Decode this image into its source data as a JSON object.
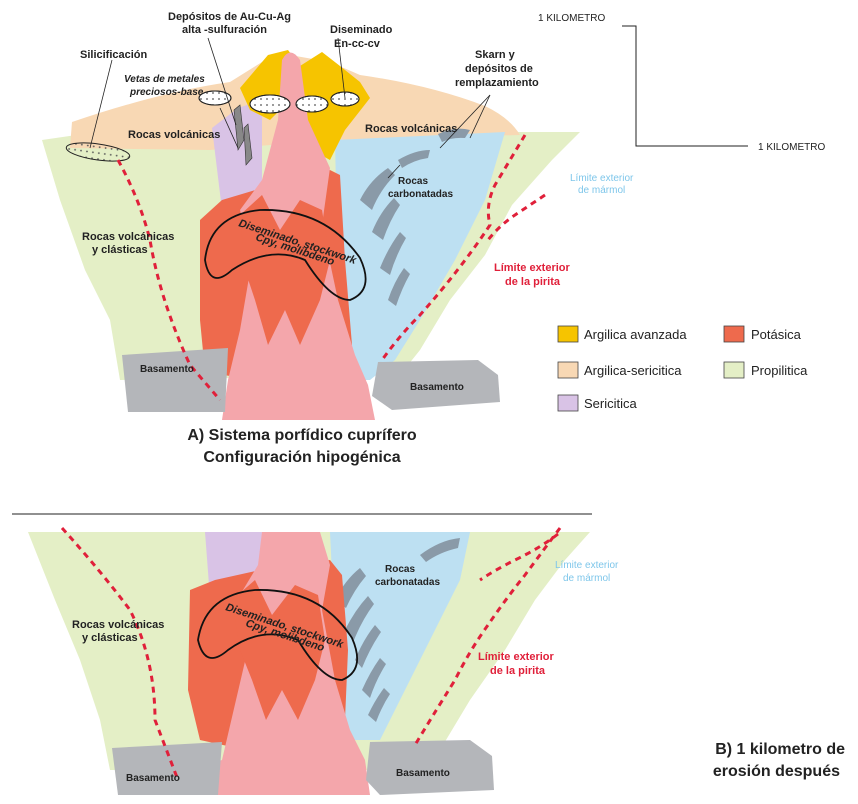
{
  "scale": {
    "vertical_label": "1 KILOMETRO",
    "horizontal_label": "1 KILOMETRO"
  },
  "diagram_a": {
    "labels": {
      "silicificacion": "Silicificación",
      "depositos_title_1": "Depósitos de Au-Cu-Ag",
      "depositos_title_2": "alta -sulfuración",
      "diseminado_1": "Diseminado",
      "diseminado_2": "En-cc-cv",
      "skarn_1": "Skarn y",
      "skarn_2": "depósitos de",
      "skarn_3": "remplazamiento",
      "vetas_1": "Vetas de metales",
      "vetas_2": "preciosos-base",
      "rocas_volcanicas_left": "Rocas volcánicas",
      "rocas_volcanicas_right": "Rocas volcánicas",
      "rocas_carbonatadas_1": "Rocas",
      "rocas_carbonatadas_2": "carbonatadas",
      "rocas_vc_1": "Rocas volcánicas",
      "rocas_vc_2": "y clásticas",
      "ore_1": "Diseminado, stockwork",
      "ore_2": "Cpy, molibdeno",
      "limite_marmol_1": "Límite exterior",
      "limite_marmol_2": "de mármol",
      "limite_pirita_1": "Límite exterior",
      "limite_pirita_2": "de la pirita",
      "basamento_left": "Basamento",
      "basamento_right": "Basamento"
    },
    "caption_1": "A) Sistema porfídico cuprífero",
    "caption_2": "Configuración hipogénica"
  },
  "legend": {
    "items": [
      {
        "label": "Argilica avanzada",
        "color": "#f6c400"
      },
      {
        "label": "Potásica",
        "color": "#ee6a4d"
      },
      {
        "label": "Argilica-sericitica",
        "color": "#f8d8b4"
      },
      {
        "label": "Propilitica",
        "color": "#e4efc6"
      },
      {
        "label": "Sericitica",
        "color": "#d9c3e6"
      }
    ]
  },
  "diagram_b": {
    "labels": {
      "rocas_carbonatadas_1": "Rocas",
      "rocas_carbonatadas_2": "carbonatadas",
      "rocas_vc_1": "Rocas volcánicas",
      "rocas_vc_2": "y clásticas",
      "ore_1": "Diseminado, stockwork",
      "ore_2": "Cpy, molibdeno",
      "limite_marmol_1": "Límite exterior",
      "limite_marmol_2": "de mármol",
      "limite_pirita_1": "Límite exterior",
      "limite_pirita_2": "de la pirita",
      "basamento_left": "Basamento",
      "basamento_right": "Basamento"
    },
    "caption_1": "B) 1 kilometro de",
    "caption_2": "erosión después"
  }
}
